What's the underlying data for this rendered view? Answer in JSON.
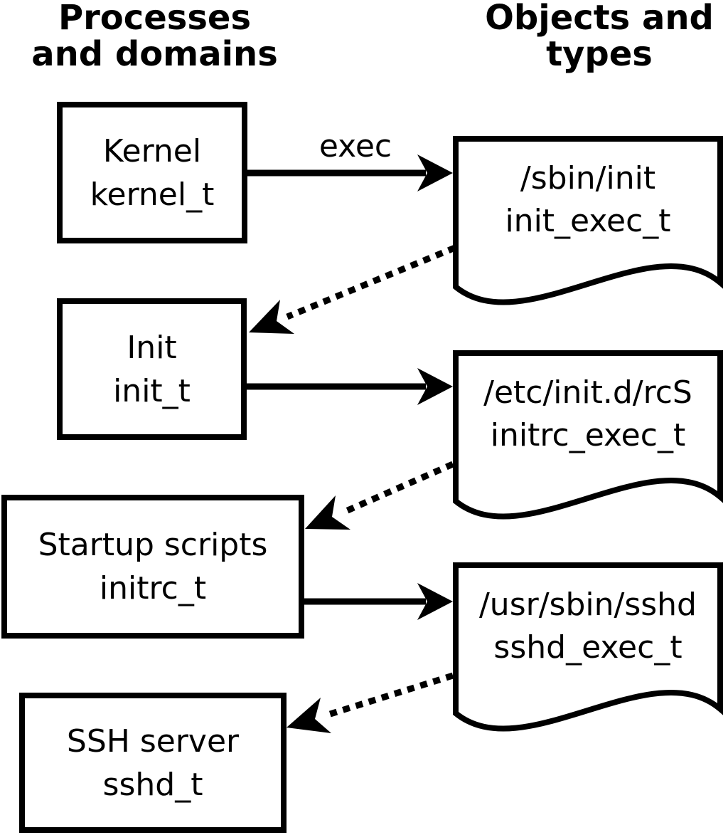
{
  "diagram": {
    "headers": {
      "processes": {
        "line1": "Processes",
        "line2": "and domains"
      },
      "objects": {
        "line1": "Objects and",
        "line2": "types"
      }
    },
    "process_boxes": [
      {
        "name": "Kernel",
        "type": "kernel_t"
      },
      {
        "name": "Init",
        "type": "init_t"
      },
      {
        "name": "Startup scripts",
        "type": "initrc_t"
      },
      {
        "name": "SSH server",
        "type": "sshd_t"
      }
    ],
    "object_docs": [
      {
        "path": "/sbin/init",
        "type": "init_exec_t"
      },
      {
        "path": "/etc/init.d/rcS",
        "type": "initrc_exec_t"
      },
      {
        "path": "/usr/sbin/sshd",
        "type": "sshd_exec_t"
      }
    ],
    "edge_labels": {
      "exec": "exec"
    },
    "colors": {
      "stroke": "#000000",
      "background": "#ffffff"
    }
  }
}
